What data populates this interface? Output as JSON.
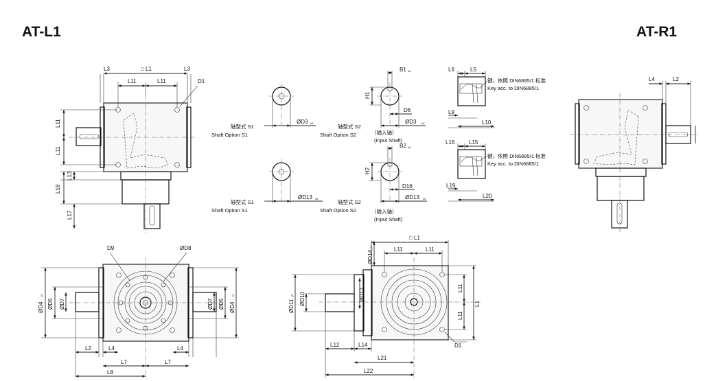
{
  "models": {
    "left": "AT-L1",
    "right": "AT-R1"
  },
  "dims": {
    "sq_L1": "□ L1",
    "L1": "L1",
    "L3": "L3",
    "L11": "L11",
    "D1": "D1",
    "L13": "L13",
    "L18": "L18",
    "L17": "L17",
    "L2": "L2",
    "L4": "L4",
    "L7": "L7",
    "L8": "L8",
    "D9": "D9",
    "D8": "ØD8",
    "D4": "ØD4",
    "D5": "ØD5",
    "D7": "ØD7",
    "tol_k7": "k7",
    "D11": "ØD11",
    "D10": "ØD10",
    "D12": "ØD12",
    "D14": "ØD14",
    "tol_j6": "j6",
    "L12": "L12",
    "L14": "L14",
    "L21": "L21",
    "L22": "L22",
    "D3": "ØD3",
    "D13": "ØD13",
    "tol_h6": "h6",
    "B1": "B1",
    "B2": "B2",
    "H1": "H1",
    "H2": "H2",
    "D6": "D6",
    "D16": "D16",
    "L6": "L6",
    "L5": "L5",
    "L9": "L9",
    "L10": "L10",
    "L16": "L16",
    "L15": "L15",
    "L19": "L19",
    "L20": "L20"
  },
  "shaft_options": {
    "s1_cn": "轴型式 S1",
    "s1_en": "Shaft Option S1",
    "s2_cn": "轴型式 S2",
    "s2_en": "Shaft Option S2",
    "input_cn": "（输入轴）",
    "input_en": "(Input Shaft)"
  },
  "key_note": {
    "cn": "键，依照 DIN6885/1 标准",
    "en": "Key acc. to DIN6885/1"
  }
}
